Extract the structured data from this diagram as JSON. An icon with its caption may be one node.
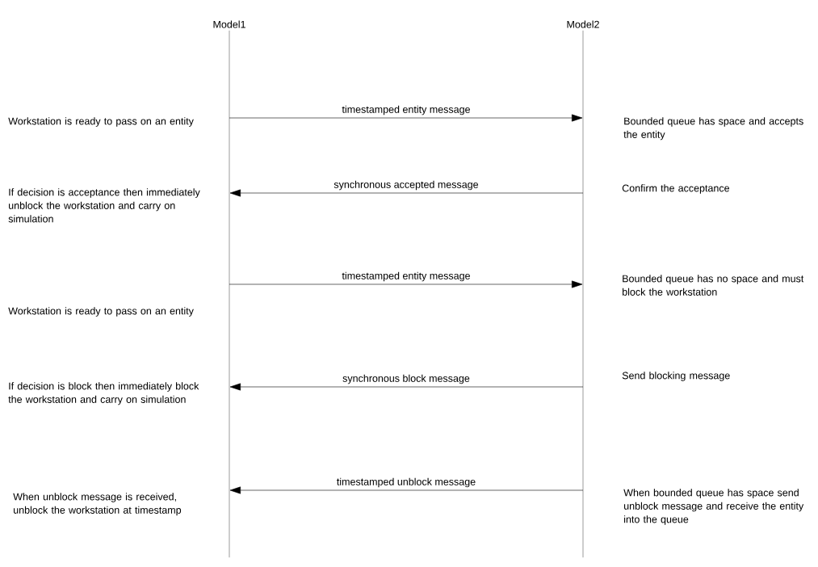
{
  "diagram": {
    "nodes": [
      {
        "text": [
          "Model1"
        ]
      },
      {
        "text": [
          "Model2"
        ]
      }
    ],
    "edges": [
      {
        "from": 0,
        "to": 1,
        "arrow": "to",
        "label": "timestamped entity message"
      },
      {
        "from": 1,
        "to": 0,
        "arrow": "to",
        "label": "synchronous accepted message"
      },
      {
        "from": 0,
        "to": 1,
        "arrow": "to",
        "label": "timestamped entity message"
      },
      {
        "from": 1,
        "to": 0,
        "arrow": "to",
        "label": "synchronous block message"
      },
      {
        "from": 1,
        "to": 0,
        "arrow": "to",
        "label": "timestamped unblock message"
      }
    ],
    "labels": [
      "Workstation is ready to pass on an entity",
      "Bounded queue has space and accepts the entity",
      "Confirm the acceptance",
      "If decision is acceptance then immediately unblock the workstation and carry on simulation",
      "Bounded queue has no space and must block the workstation",
      "Workstation is ready to pass on an entity",
      "Send blocking message",
      "If decision is block then immediately block the workstation and carry on simulation",
      "When unblock message is received, unblock the workstation at timestamp",
      "When bounded queue has space send unblock message and receive the entity into the queue"
    ]
  }
}
